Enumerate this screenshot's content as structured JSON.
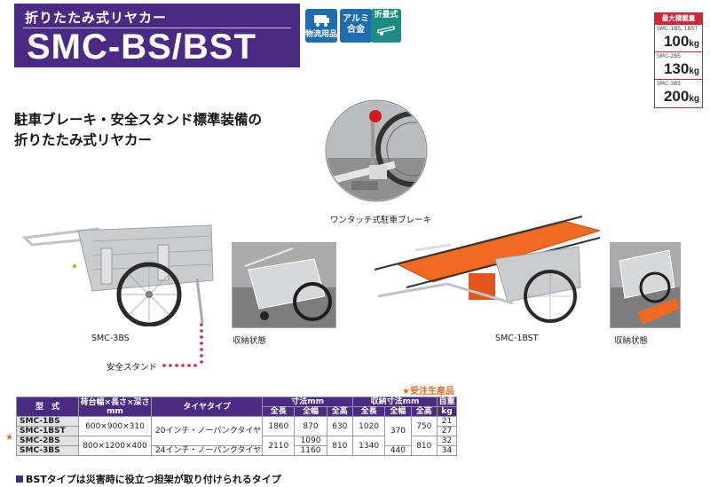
{
  "header": {
    "subtitle": "折りたたみ式リヤカー",
    "title": "SMC-BS/BST"
  },
  "badges": [
    {
      "label": "物流用品"
    },
    {
      "label": "アルミ合金"
    },
    {
      "label": "折畳式"
    }
  ],
  "max_load": {
    "heading": "最大積載量",
    "rows": [
      {
        "model": "SMC-1BS, 1BST",
        "value": "100",
        "unit": "kg"
      },
      {
        "model": "SMC-2BS",
        "value": "130",
        "unit": "kg"
      },
      {
        "model": "SMC-3BS",
        "value": "200",
        "unit": "kg"
      }
    ]
  },
  "catch": {
    "line1": "駐車ブレーキ・安全スタンド標準装備の",
    "line2": "折りたたみ式リヤカー"
  },
  "captions": {
    "brake": "ワンタッチ式駐車ブレーキ",
    "smc3bs": "SMC-3BS",
    "folded1": "収納状態",
    "smc1bst": "SMC-1BST",
    "folded2": "収納状態",
    "stand": "安全スタンド"
  },
  "note_made_to_order": "★受注生産品",
  "spec_table": {
    "headers": {
      "model": "型　式",
      "bed": "荷台幅×長さ×深さ",
      "bed_unit": "mm",
      "tire": "タイヤタイプ",
      "dims": "寸法mm",
      "stored": "収納寸法mm",
      "weight": "自重",
      "weight_unit": "kg",
      "length": "全長",
      "width": "全幅",
      "height": "全高",
      "s_length": "全長",
      "s_width": "全幅",
      "s_height": "全高"
    },
    "models": [
      "SMC-1BS",
      "SMC-1BST",
      "SMC-2BS",
      "SMC-3BS"
    ],
    "bed_small": "600×900×310",
    "bed_large": "800×1200×400",
    "tire_20": "20インチ・ノーパンクタイヤ",
    "tire_24": "24インチ・ノーパンクタイヤ",
    "length_1": "1860",
    "width_1": "870",
    "height_1": "630",
    "s_length_1": "1020",
    "s_width_1": "370",
    "s_height_1": "750",
    "length_2": "2110",
    "width_2a": "1090",
    "width_2b": "1160",
    "height_2": "810",
    "s_length_2": "1340",
    "s_width_2": "440",
    "s_height_2": "810",
    "weights": [
      "21",
      "27",
      "32",
      "34"
    ]
  },
  "footnote": "BSTタイプは災害時に役立つ担架が取り付けられるタイプ",
  "colors": {
    "brand_purple": "#4b2a83",
    "badge_blue": "#1e6db2",
    "badge_teal": "#1c8b86",
    "accent_red": "#cc2a3a",
    "accent_orange": "#e66a1e",
    "stand_dots": "#c8206a"
  }
}
